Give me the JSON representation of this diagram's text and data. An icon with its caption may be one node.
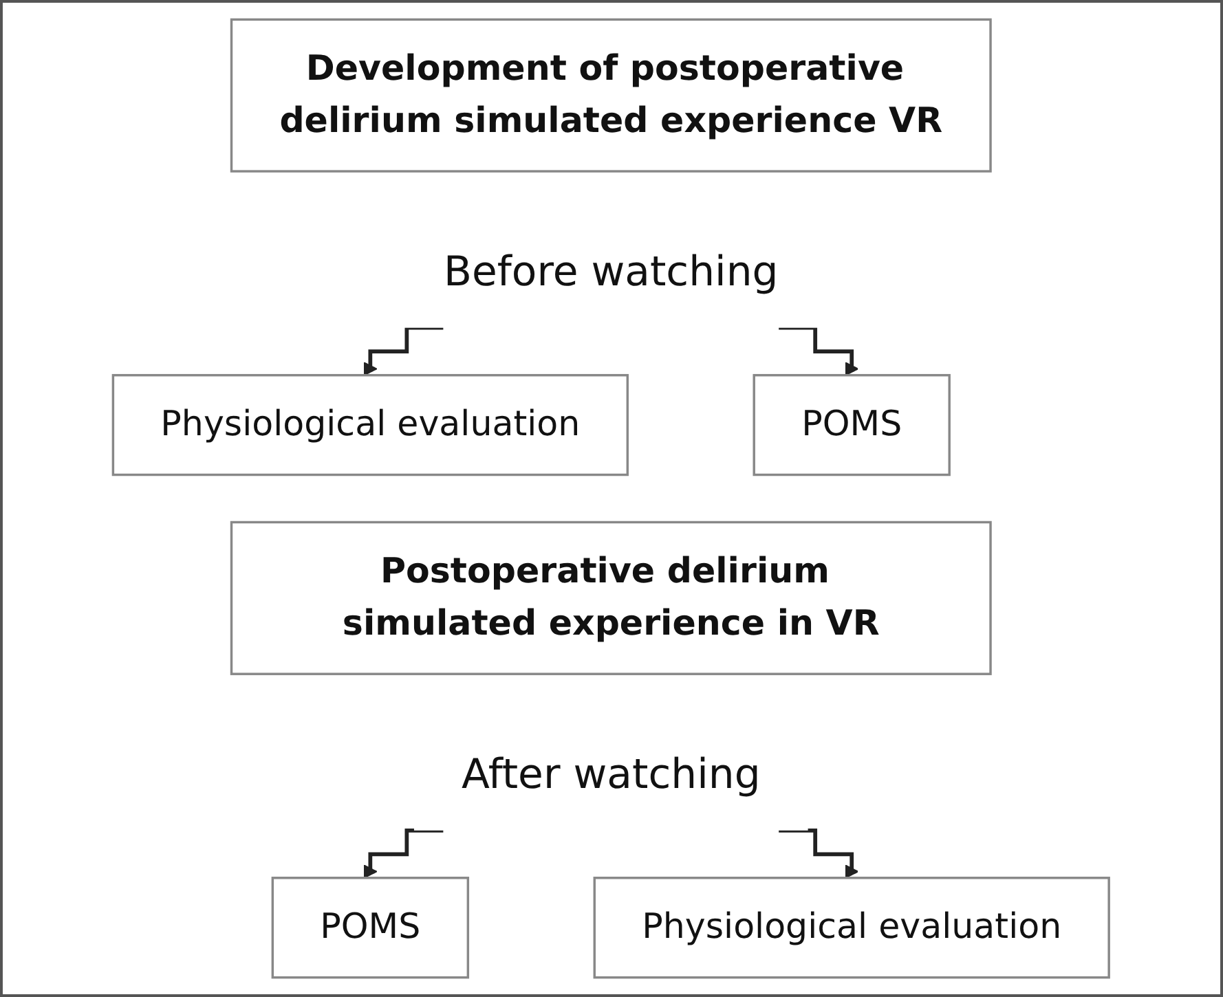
{
  "diagram": {
    "nodes": [
      {
        "text": [
          "Development of postoperative delirium simulated experience VR"
        ]
      },
      {
        "text": [
          "Before watching"
        ]
      },
      {
        "text": [
          "POMS"
        ]
      },
      {
        "text": [
          "Physiological evaluation"
        ]
      },
      {
        "text": [
          "Postoperative delirium simulated experience in VR"
        ]
      },
      {
        "text": [
          "After watching"
        ]
      },
      {
        "text": [
          "POMS"
        ]
      },
      {
        "text": [
          "Physiological evaluation"
        ]
      }
    ],
    "edges": [
      {
        "from": 1,
        "to": 2,
        "arrow": "to"
      },
      {
        "from": 1,
        "to": 3,
        "arrow": "to"
      },
      {
        "from": 5,
        "to": 6,
        "arrow": "to"
      },
      {
        "from": 5,
        "to": 7,
        "arrow": "to"
      }
    ]
  }
}
